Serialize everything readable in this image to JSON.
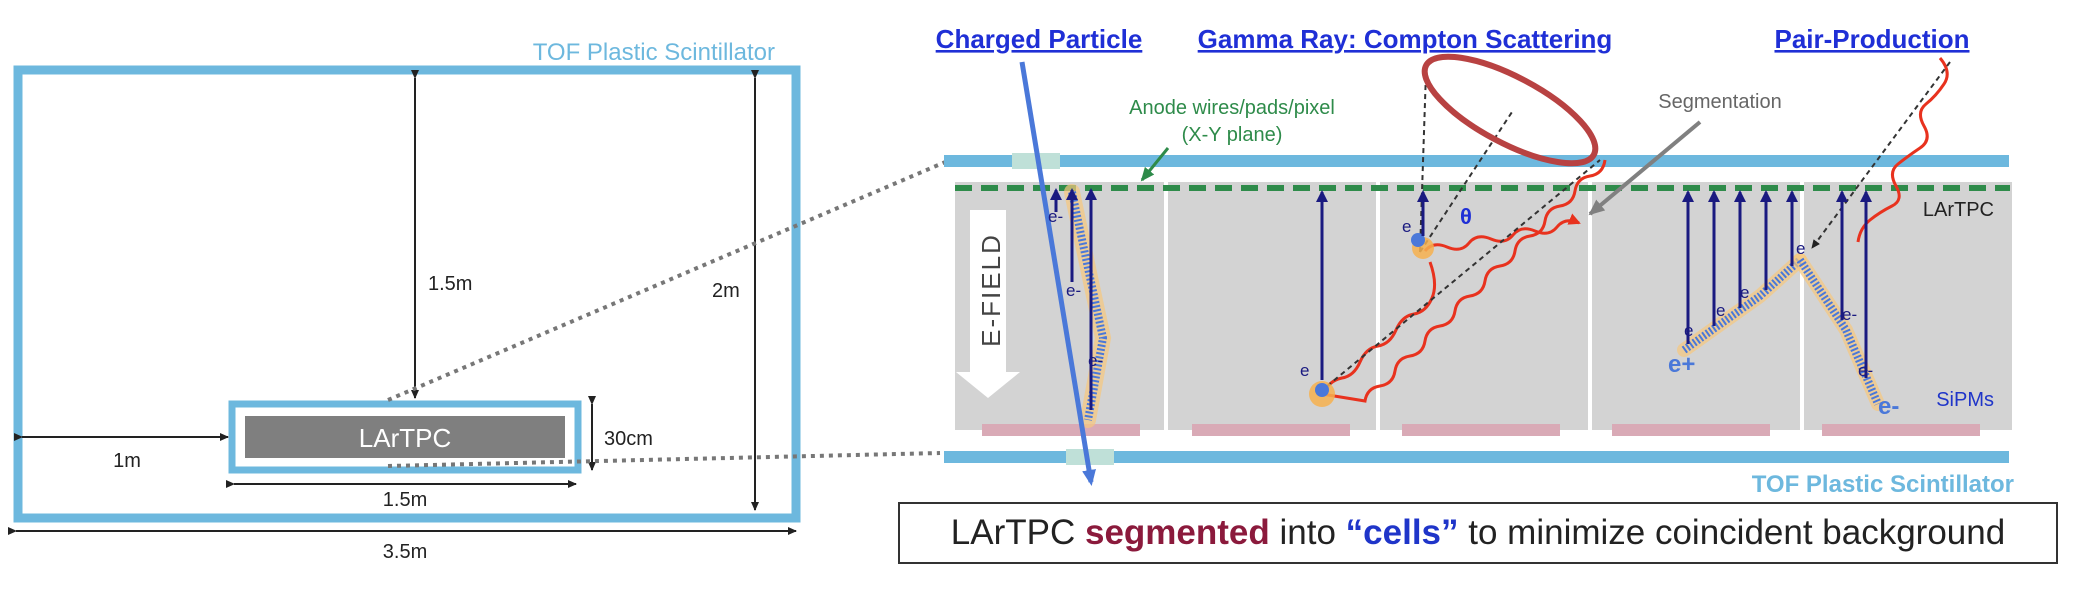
{
  "left_panel": {
    "tof_label": "TOF Plastic Scintillator",
    "lartpc_label": "LArTPC",
    "dim_height_inner": "1.5m",
    "dim_height_outer": "2m",
    "dim_box_height": "30cm",
    "dim_left_gap": "1m",
    "dim_box_width": "1.5m",
    "dim_total_width": "3.5m"
  },
  "right_panel": {
    "title_charged": "Charged Particle",
    "title_gamma": "Gamma Ray: Compton Scattering",
    "title_pair": "Pair-Production",
    "anode_line1": "Anode wires/pads/pixel",
    "anode_line2": "(X-Y plane)",
    "segmentation": "Segmentation",
    "lartpc_label": "LArTPC",
    "efield": "E-FIELD",
    "theta": "θ",
    "sipms": "SiPMs",
    "tof_label": "TOF Plastic Scintillator",
    "electron": "e",
    "electron_minus": "e-",
    "positron": "e+",
    "minus": "-"
  },
  "caption": {
    "part1": "LArTPC ",
    "part2": "segmented",
    "part3": " into ",
    "part4": "“cells”",
    "part5": " to minimize coincident background"
  },
  "colors": {
    "tof_blue": "#6db8de",
    "anode_green": "#2e8b4a",
    "cell_gray": "#d3d3d3",
    "lartpc_box": "#7f7f7f",
    "electron_arrow": "#1a1a80",
    "track_blue": "#4a78d9",
    "photon_red": "#e8321e",
    "cone_red": "#b84242",
    "sipm_pink": "#d9aab6",
    "title_blue": "#1f2fd6"
  }
}
